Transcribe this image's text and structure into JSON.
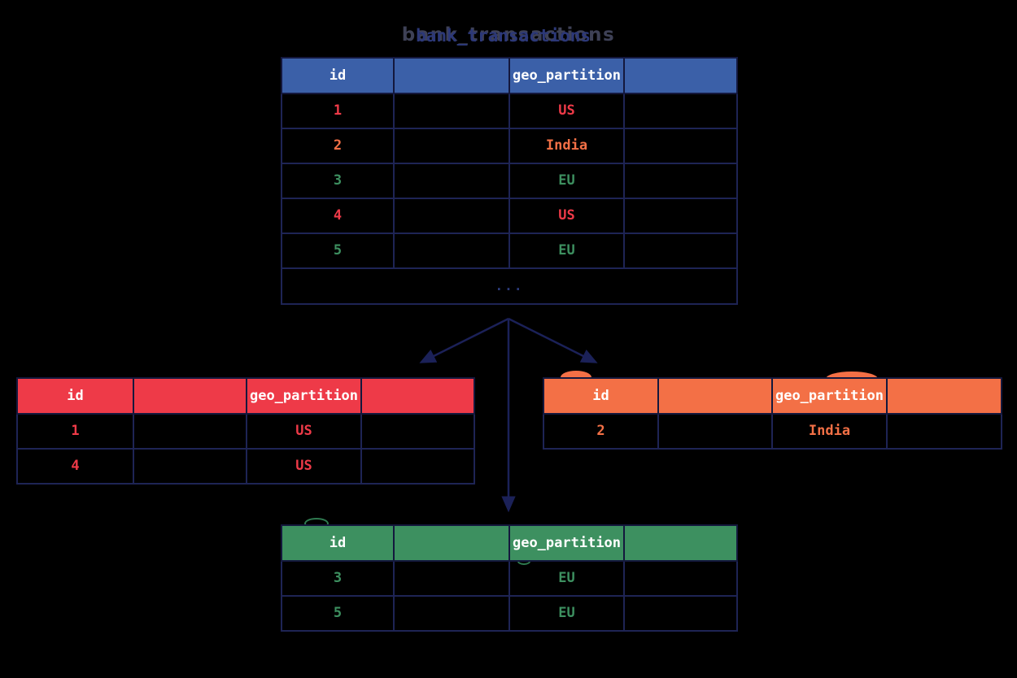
{
  "title": {
    "text": "bank_transactions",
    "ghost_text": "bank_transactions"
  },
  "colors": {
    "background": "#000000",
    "header_blue": "#3b60a8",
    "us_red": "#ee3a48",
    "india_orange": "#f37046",
    "eu_green": "#3d9060",
    "grid_navy": "#1e2455",
    "arrow_navy": "#1b2158",
    "ellipsis_blue": "#2c3b7c",
    "header_text": "#ffffff"
  },
  "main_table": {
    "headers": {
      "id": "id",
      "geo": "geo_partition"
    },
    "rows": [
      {
        "id": "1",
        "geo": "US",
        "region": "us"
      },
      {
        "id": "2",
        "geo": "India",
        "region": "india"
      },
      {
        "id": "3",
        "geo": "EU",
        "region": "eu"
      },
      {
        "id": "4",
        "geo": "US",
        "region": "us"
      },
      {
        "id": "5",
        "geo": "EU",
        "region": "eu"
      }
    ],
    "ellipsis": "..."
  },
  "us_table": {
    "headers": {
      "id": "id",
      "geo": "geo_partition"
    },
    "rows": [
      {
        "id": "1",
        "geo": "US"
      },
      {
        "id": "4",
        "geo": "US"
      }
    ]
  },
  "india_table": {
    "headers": {
      "id": "id",
      "geo": "geo_partition"
    },
    "rows": [
      {
        "id": "2",
        "geo": "India"
      }
    ]
  },
  "eu_table": {
    "headers": {
      "id": "id",
      "geo": "geo_partition"
    },
    "rows": [
      {
        "id": "3",
        "geo": "EU"
      },
      {
        "id": "5",
        "geo": "EU"
      }
    ]
  }
}
